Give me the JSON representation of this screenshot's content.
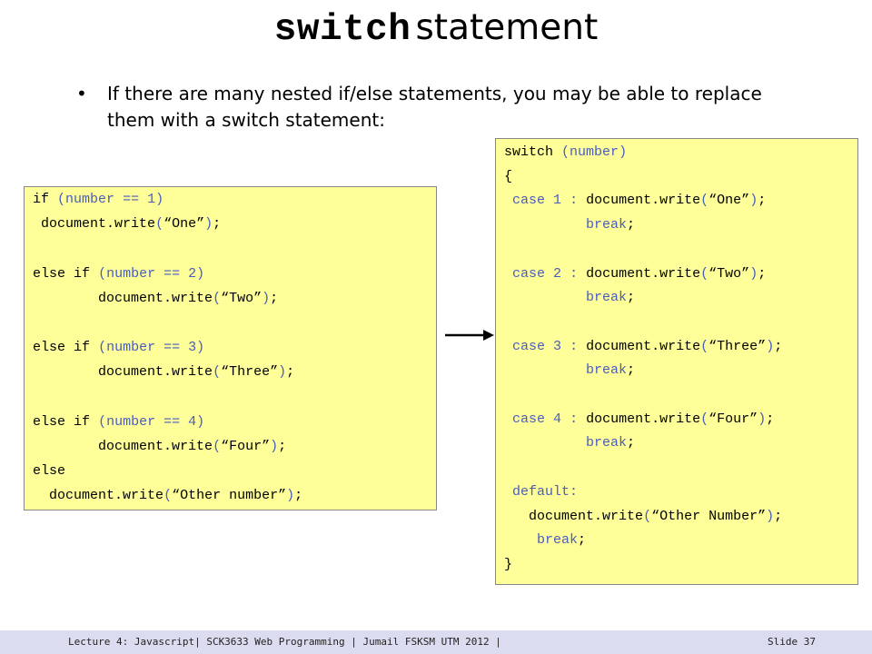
{
  "slide": {
    "title_code": "switch",
    "title_text": "statement",
    "bullet": "If there are many nested if/else statements, you may be able to replace them with a switch statement:"
  },
  "left_code": [
    "if (number == 1)",
    " document.write(“One”);",
    "",
    "else if (number == 2)",
    "        document.write(“Two”);",
    "",
    "else if (number == 3)",
    "        document.write(“Three”);",
    "",
    "else if (number == 4)",
    "        document.write(“Four”);",
    "else",
    "  document.write(“Other number”);"
  ],
  "right_code": [
    "switch (number)",
    "{",
    " case 1 : document.write(“One”);",
    "          break;",
    "",
    " case 2 : document.write(“Two”);",
    "          break;",
    "",
    " case 3 : document.write(“Three”);",
    "          break;",
    "",
    " case 4 : document.write(“Four”);",
    "          break;",
    "",
    " default:",
    "   document.write(“Other Number”);",
    "    break;",
    "}"
  ],
  "footer": {
    "left": "Lecture 4: Javascript| SCK3633 Web Programming | Jumail FSKSM UTM 2012 |",
    "right": "Slide 37"
  },
  "colors": {
    "code_bg": "#ffff99",
    "keyword_blue": "#4a5dbd",
    "footer_bg": "#dcdcf0"
  }
}
